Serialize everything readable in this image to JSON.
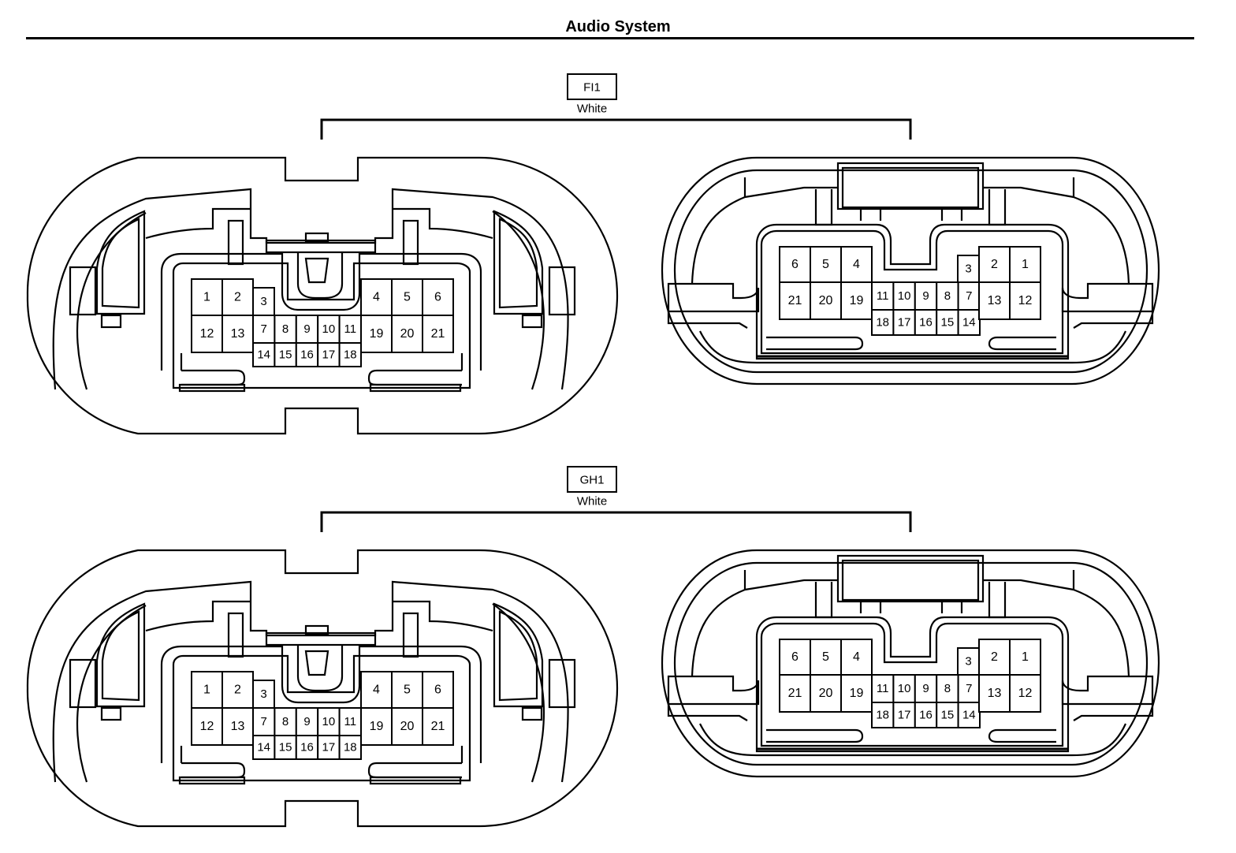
{
  "title": "Audio System",
  "connectors": [
    {
      "code": "FI1",
      "color": "White",
      "female_pins": {
        "upper_left": [
          "1",
          "2",
          "3"
        ],
        "upper_right": [
          "4",
          "5",
          "6"
        ],
        "lower_left": [
          "12",
          "13"
        ],
        "lower_right": [
          "19",
          "20",
          "21"
        ],
        "middle_top": [
          "7",
          "8",
          "9",
          "10",
          "11"
        ],
        "middle_bottom": [
          "14",
          "15",
          "16",
          "17",
          "18"
        ]
      },
      "male_pins": {
        "upper_left": [
          "6",
          "5",
          "4"
        ],
        "upper_right": [
          "3",
          "2",
          "1"
        ],
        "lower_left": [
          "21",
          "20",
          "19"
        ],
        "lower_right": [
          "13",
          "12"
        ],
        "middle_top": [
          "11",
          "10",
          "9",
          "8",
          "7"
        ],
        "middle_bottom": [
          "18",
          "17",
          "16",
          "15",
          "14"
        ]
      }
    },
    {
      "code": "GH1",
      "color": "White",
      "female_pins": {
        "upper_left": [
          "1",
          "2",
          "3"
        ],
        "upper_right": [
          "4",
          "5",
          "6"
        ],
        "lower_left": [
          "12",
          "13"
        ],
        "lower_right": [
          "19",
          "20",
          "21"
        ],
        "middle_top": [
          "7",
          "8",
          "9",
          "10",
          "11"
        ],
        "middle_bottom": [
          "14",
          "15",
          "16",
          "17",
          "18"
        ]
      },
      "male_pins": {
        "upper_left": [
          "6",
          "5",
          "4"
        ],
        "upper_right": [
          "3",
          "2",
          "1"
        ],
        "lower_left": [
          "21",
          "20",
          "19"
        ],
        "lower_right": [
          "13",
          "12"
        ],
        "middle_top": [
          "11",
          "10",
          "9",
          "8",
          "7"
        ],
        "middle_bottom": [
          "18",
          "17",
          "16",
          "15",
          "14"
        ]
      }
    }
  ]
}
